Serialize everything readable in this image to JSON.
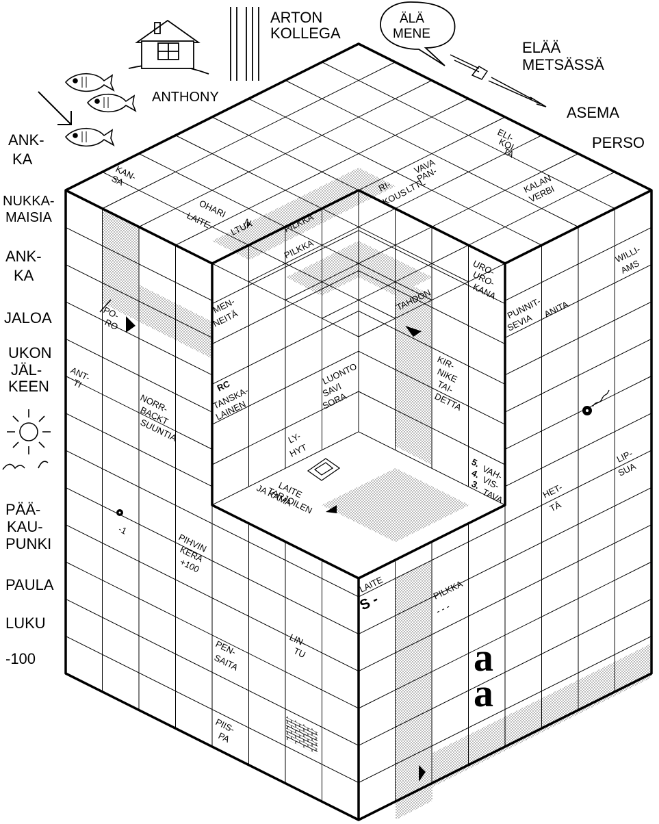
{
  "left_labels": [
    "ANK-",
    "KA",
    "NUKKA-",
    "MAISIA",
    "ANK-",
    "KA",
    "JALOA",
    "UKON",
    "JÄL-",
    "KEEN",
    "PÄÄ-",
    "KAU-",
    "PUNKI",
    "PAULA",
    "LUKU",
    "-100"
  ],
  "top_labels": {
    "anthony": "ANTHONY",
    "arton_1": "ARTON",
    "arton_2": "KOLLEGA",
    "speech_1": "ÄLÄ",
    "speech_2": "MENE",
    "metsa_1": "ELÄÄ",
    "metsa_2": "METSÄSSÄ",
    "asema": "ASEMA",
    "perso": "PERSO"
  },
  "clues": {
    "top_kan": "KAN-",
    "top_sa": "SA",
    "top_ohari": "OHARI",
    "top_laite": "LAITE",
    "top_n": "N",
    "top_ltua": "LTUA",
    "top_vava": "VAVA",
    "top_pan": "PAN-",
    "top_lttl": "LTTL",
    "top_ri": "RI-",
    "top_kous": "KOUS",
    "top_eli": "ELI-",
    "top_koi": "KOI",
    "top_ta": "TA",
    "top_kalan": "KALAN",
    "top_verbi": "VERBI",
    "pilkka_1": "PILKKA",
    "pilkka_2": "PILKKA",
    "menneita_1": "MEN-",
    "menneita_2": "NEITÄ",
    "tahdon": "TAHDON",
    "uro_1": "URO-",
    "uro_2": "URO-",
    "uro_3": "KANA",
    "willi_1": "WILLI-",
    "willi_2": "AMS",
    "punnit_1": "PUNNIT-",
    "punnit_2": "SEVIA",
    "anita": "ANITA",
    "poro_1": "PO-",
    "poro_2": "RO",
    "antti_1": "ANT-",
    "antti_2": "TI",
    "norr_1": "NORR-",
    "norr_2": "BACKT",
    "norr_3": "SUUNTIA",
    "rc": "RC",
    "tanska_1": "TANSKA-",
    "tanska_2": "LAINEN",
    "luonto_1": "LUONTO",
    "luonto_2": "SAVI",
    "luonto_3": "SORA",
    "kir_1": "KIR-",
    "kir_2": "NIKE",
    "kir_3": "TAI-",
    "kir_4": "DETTA",
    "lyhyt_1": "LY-",
    "lyhyt_2": "HYT",
    "laite_t1": "LAITE",
    "laite_t2": "TARJOILEN",
    "laite_t3": "JA KAMA",
    "vah_1": "VAH-",
    "vah_2": "VIS-",
    "vah_3": "TAVA",
    "nums": "5.",
    "nums2": "4.",
    "nums3": "3.",
    "lipsua_1": "LIP-",
    "lipsua_2": "SUA",
    "hetta_1": "HET-",
    "hetta_2": "TÄ",
    "minus1": "-1",
    "pihvin_1": "PIHVIN",
    "pihvin_2": "KERA",
    "pihvin_3": "+100",
    "laite_s": "LAITE",
    "s_minus": "S -",
    "pilkka_3": "PILKKA",
    "pilkka_dash": "- - -",
    "pensaita_1": "PEN-",
    "pensaita_2": "SAITA",
    "lintu_1": "LIN-",
    "lintu_2": "TU",
    "piispa_1": "PIIS-",
    "piispa_2": "PA",
    "aa": "a"
  }
}
